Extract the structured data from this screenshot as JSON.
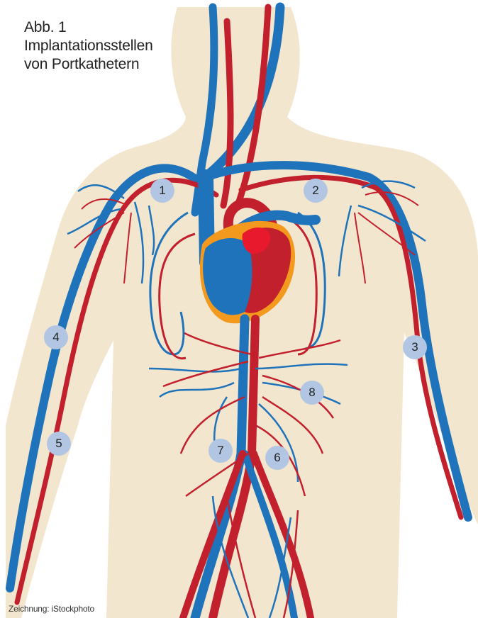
{
  "title": {
    "line1": "Abb. 1",
    "line2": "Implantationsstellen",
    "line3": "von Portkathetern"
  },
  "credit": "Zeichnung: iStockphoto",
  "markers": [
    "1",
    "2",
    "3",
    "4",
    "5",
    "6",
    "7",
    "8"
  ],
  "colors": {
    "body": "#f3e6cf",
    "vein": "#1f73bb",
    "artery": "#c2202c",
    "heart_outline": "#f39a1e",
    "marker": "#b2c6e4"
  }
}
